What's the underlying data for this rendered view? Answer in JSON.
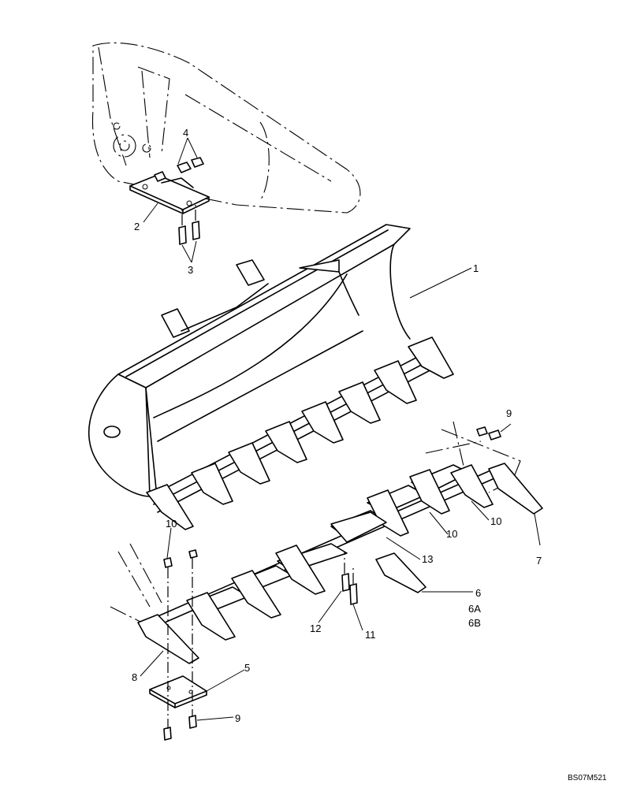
{
  "drawing_code": "BS07M521",
  "callouts": [
    {
      "id": "c1",
      "label": "1"
    },
    {
      "id": "c2",
      "label": "2"
    },
    {
      "id": "c3",
      "label": "3"
    },
    {
      "id": "c4",
      "label": "4"
    },
    {
      "id": "c5",
      "label": "5"
    },
    {
      "id": "c6",
      "label": "6"
    },
    {
      "id": "c6a",
      "label": "6A"
    },
    {
      "id": "c6b",
      "label": "6B"
    },
    {
      "id": "c7",
      "label": "7"
    },
    {
      "id": "c8",
      "label": "8"
    },
    {
      "id": "c9a",
      "label": "9"
    },
    {
      "id": "c9b",
      "label": "9"
    },
    {
      "id": "c10a",
      "label": "10"
    },
    {
      "id": "c10b",
      "label": "10"
    },
    {
      "id": "c10c",
      "label": "10"
    },
    {
      "id": "c11",
      "label": "11"
    },
    {
      "id": "c12",
      "label": "12"
    },
    {
      "id": "c13",
      "label": "13"
    }
  ]
}
